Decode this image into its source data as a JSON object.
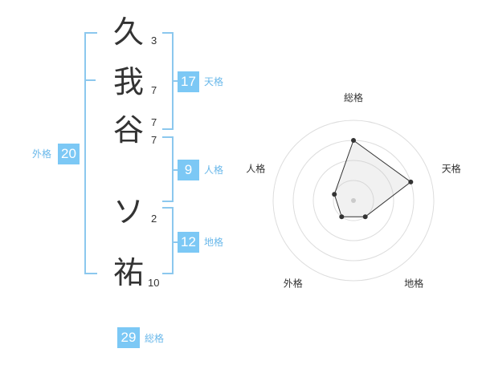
{
  "name": {
    "chars": [
      {
        "char": "久",
        "strokes": "3"
      },
      {
        "char": "我",
        "strokes": "7"
      },
      {
        "char": "谷",
        "strokes": "7"
      },
      {
        "char": "ソ",
        "strokes": "2"
      },
      {
        "char": "祐",
        "strokes": "10"
      }
    ],
    "surname_last_strokes": "7"
  },
  "scores": {
    "tenkaku": {
      "label": "天格",
      "value": "17"
    },
    "jinkaku": {
      "label": "人格",
      "value": "9"
    },
    "chikaku": {
      "label": "地格",
      "value": "12"
    },
    "gaikaku": {
      "label": "外格",
      "value": "20"
    },
    "soukaku": {
      "label": "総格",
      "value": "29"
    }
  },
  "colors": {
    "accent": "#7cc8f5",
    "bracket": "#8cc8ee",
    "label": "#6ab8ea"
  },
  "chart_data": {
    "type": "radar",
    "axes": [
      "総格",
      "天格",
      "地格",
      "外格",
      "人格"
    ],
    "levels": 4,
    "max": 4,
    "values": [
      3,
      3,
      1,
      1,
      1
    ]
  }
}
